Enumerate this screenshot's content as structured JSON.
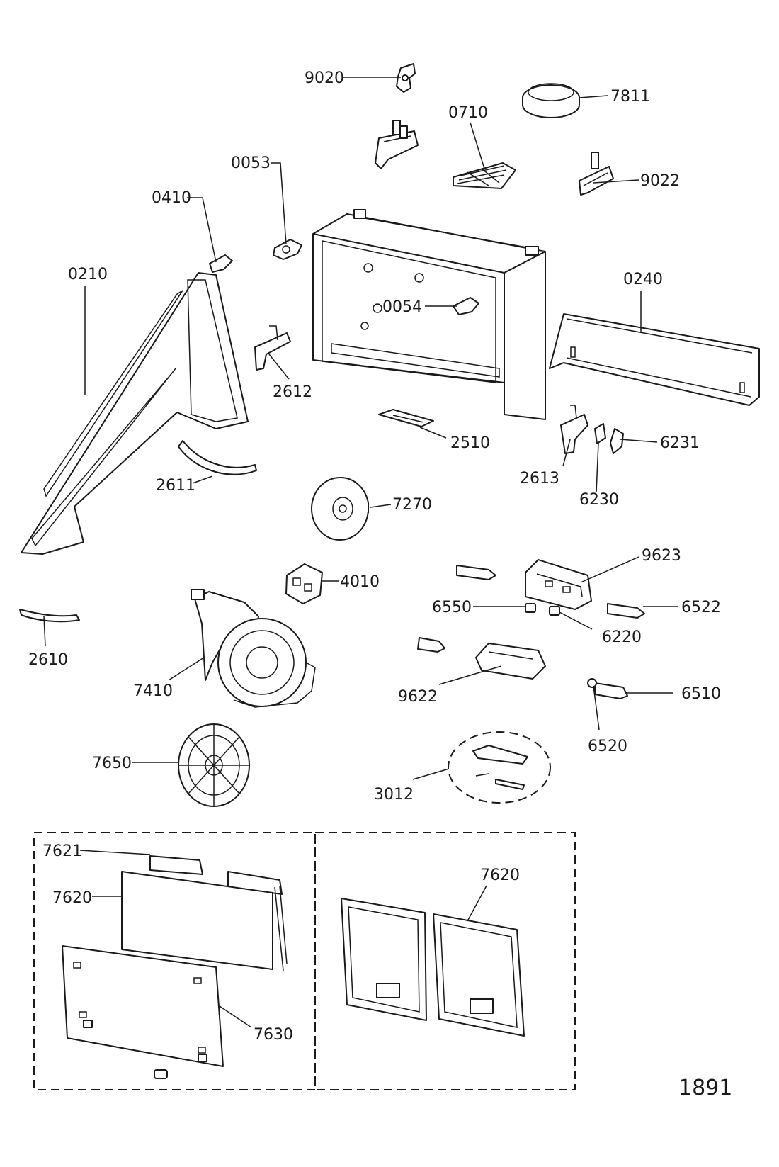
{
  "drawing_code": "1891",
  "labels": {
    "l9020": "9020",
    "l7811": "7811",
    "l0710": "0710",
    "l0053": "0053",
    "l9022": "9022",
    "l0410": "0410",
    "l0210": "0210",
    "l0240": "0240",
    "l0054": "0054",
    "l2612": "2612",
    "l2510": "2510",
    "l6231": "6231",
    "l2613": "2613",
    "l2611": "2611",
    "l6230": "6230",
    "l7270": "7270",
    "l9623": "9623",
    "l4010": "4010",
    "l6550": "6550",
    "l6522": "6522",
    "l2610": "2610",
    "l6220": "6220",
    "l7410": "7410",
    "l9622": "9622",
    "l6510": "6510",
    "l6520": "6520",
    "l7650": "7650",
    "l3012": "3012",
    "l7621": "7621",
    "l7620a": "7620",
    "l7620b": "7620",
    "l7630": "7630"
  }
}
